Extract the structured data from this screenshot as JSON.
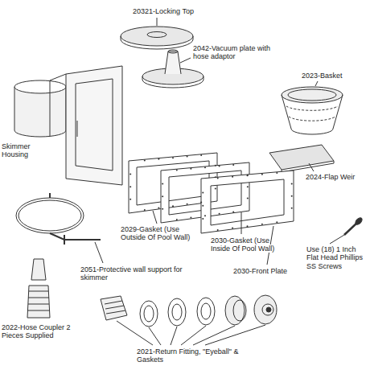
{
  "diagram": {
    "labels": [
      "20321-Locking Top",
      "2042-Vacuum plate with hose adaptor",
      "2023-Basket",
      "Skimmer Housing",
      "2024-Flap Weir",
      "2029-Gasket (Use Outside Of Pool Wall)",
      "2030-Gasket (Use Inside Of Pool Wall)",
      "2030-Front Plate",
      "Use (18) 1 Inch Flat Head Phillips SS Screws",
      "2051-Protective wall support for skimmer",
      "2022-Hose Coupler 2 Pieces Supplied",
      "2021-Return Fitting, \"Eyeball\" & Gaskets"
    ]
  }
}
